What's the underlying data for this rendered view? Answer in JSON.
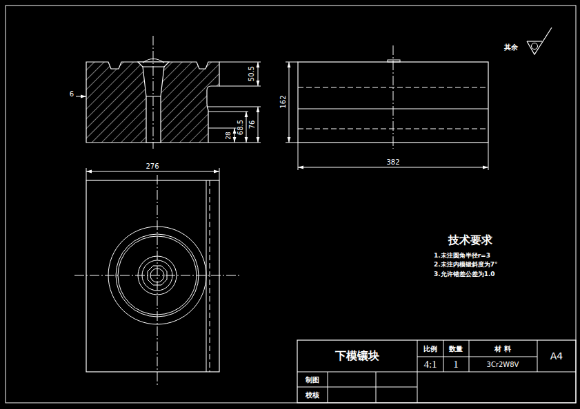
{
  "diagram": {
    "labels": [
      "其余",
      "50.5",
      "6",
      "76",
      "68.5",
      "28",
      "162",
      "382",
      "276",
      "技术要求",
      "1.未注圆角半径r=3",
      "2.未注内模锻斜度为7°",
      "3.允许错差公差为1.0",
      "下模镶块",
      "比例",
      "数量",
      "材 料",
      "4:1",
      "1",
      "3Cr2W8V",
      "A4",
      "制图",
      "校核"
    ]
  }
}
